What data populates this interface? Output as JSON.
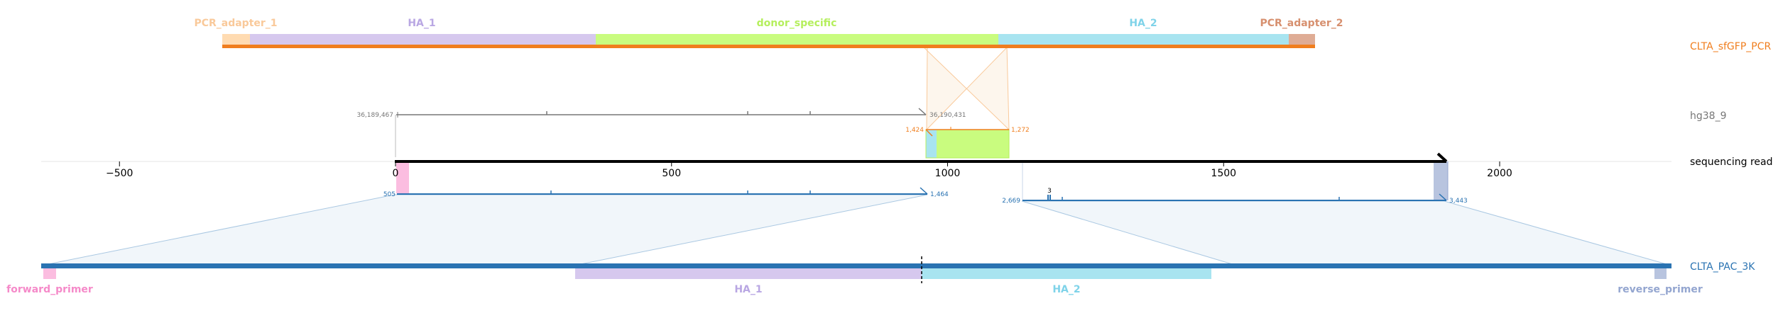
{
  "chart_data": {
    "type": "alignment-diagram",
    "axis": {
      "ticks": [
        -500,
        0,
        500,
        1000,
        1500,
        2000
      ]
    },
    "sequences": {
      "top": {
        "name": "CLTA_sfGFP_PCR",
        "color": "#f07e1e"
      },
      "middle": {
        "name": "hg38_9",
        "color": "#777777"
      },
      "read": {
        "name": "sequencing read",
        "color": "#000000"
      },
      "bottom": {
        "name": "CLTA_PAC_3K",
        "color": "#2a73b2"
      }
    },
    "top_features": [
      {
        "name": "PCR_adapter_1",
        "color": "#ffdbb1",
        "label_color": "#f9c99a"
      },
      {
        "name": "HA_1",
        "color": "#d6c8ee",
        "label_color": "#b9a7e3"
      },
      {
        "name": "donor_specific",
        "color": "#c9fc7f",
        "label_color": "#b5ef5d"
      },
      {
        "name": "HA_2",
        "color": "#a8e4f0",
        "label_color": "#7fd3e9"
      },
      {
        "name": "PCR_adapter_2",
        "color": "#dfac95",
        "label_color": "#d7906f"
      }
    ],
    "bottom_features": [
      {
        "name": "forward_primer",
        "color": "#fbbde0",
        "label_color": "#f58ac9"
      },
      {
        "name": "HA_1",
        "color": "#d6c8ee",
        "label_color": "#b9a7e3"
      },
      {
        "name": "HA_2",
        "color": "#a8e4f0",
        "label_color": "#7fd3e9"
      },
      {
        "name": "reverse_primer",
        "color": "#b8c4df",
        "label_color": "#94a6d0"
      }
    ],
    "coordinate_labels": {
      "hg38_start": "36,189,467",
      "hg38_end": "36,190,431",
      "donor_left": "1,424",
      "donor_right": "1,272",
      "pac_left_start": "505",
      "pac_left_end": "1,464",
      "pac_right_start": "2,669",
      "pac_right_end": "3,443",
      "pac_mark": "3"
    }
  }
}
